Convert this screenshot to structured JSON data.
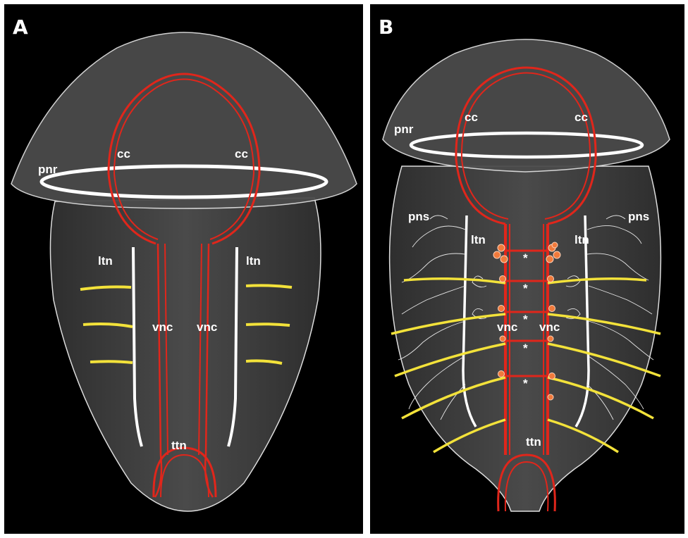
{
  "panels": [
    {
      "id": "A",
      "label": "A"
    },
    {
      "id": "B",
      "label": "B"
    }
  ],
  "labels_a": {
    "pnr": "pnr",
    "cc_left": "cc",
    "cc_right": "cc",
    "ltn_left": "ltn",
    "ltn_right": "ltn",
    "vnc_left": "vnc",
    "vnc_right": "vnc",
    "ttn": "ttn"
  },
  "labels_b": {
    "pnr": "pnr",
    "cc_left": "cc",
    "cc_right": "cc",
    "pns_left": "pns",
    "pns_right": "pns",
    "ltn_left": "ltn",
    "ltn_right": "ltn",
    "vnc_left": "vnc",
    "vnc_right": "vnc",
    "ttn": "ttn",
    "commissure_marker": "*"
  },
  "colors": {
    "background": "#000000",
    "body": "#3a3a3a",
    "outline": "#ffffff",
    "nerve_red": "#e0261b",
    "nerve_yellow": "#f3e23a",
    "ring_white": "#ffffff",
    "cell_orange": "#f07a3c"
  }
}
